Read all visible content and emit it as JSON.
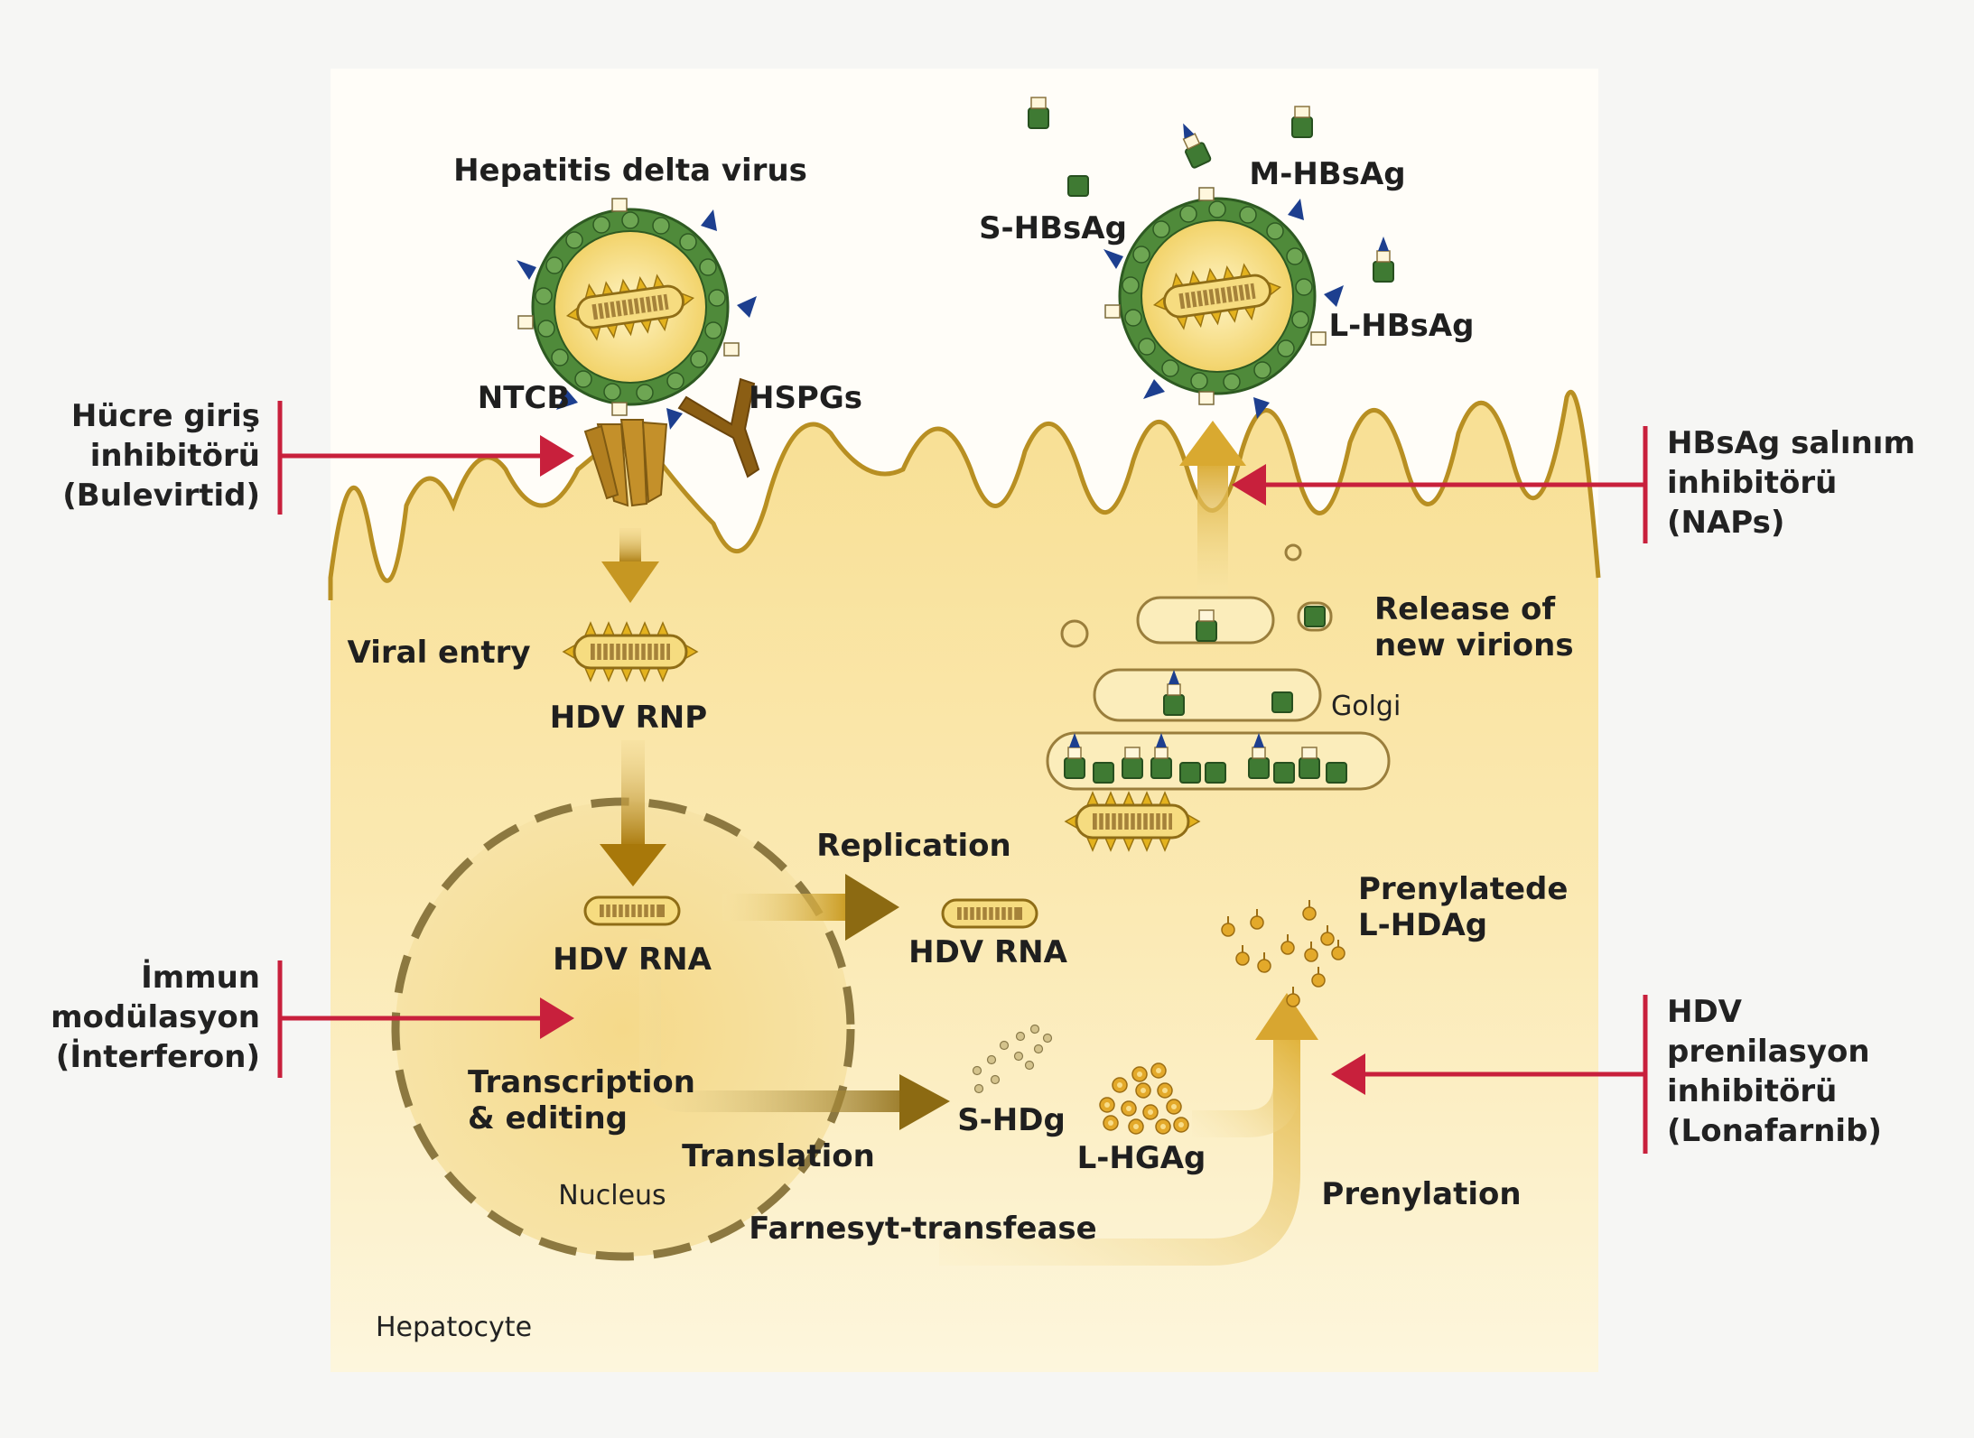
{
  "virus": {
    "title": "Hepatitis delta virus",
    "ntcb": "NTCB",
    "hspgs": "HSPGs"
  },
  "hbsag": {
    "s": "S-HBsAg",
    "m": "M-HBsAg",
    "l": "L-HBsAg"
  },
  "steps": {
    "viral_entry": "Viral entry",
    "hdv_rnp": "HDV RNP",
    "hdv_rna_nucleus": "HDV RNA",
    "replication": "Replication",
    "hdv_rna_replicated": "HDV RNA",
    "transcription_line1": "Transcription",
    "transcription_line2": "& editing",
    "translation": "Translation",
    "s_hdg": "S-HDg",
    "l_hgag": "L-HGAg",
    "farnesyl": "Farnesyt-transfease",
    "prenylation": "Prenylation",
    "prenylated_line1": "Prenylatede",
    "prenylated_line2": "L-HDAg",
    "release_line1": "Release of",
    "release_line2": "new virions",
    "golgi": "Golgi",
    "nucleus": "Nucleus",
    "hepatocyte": "Hepatocyte"
  },
  "inhibitors": {
    "entry": [
      "Hücre giriş",
      "inhibitörü",
      "(Bulevirtid)"
    ],
    "immune": [
      "İmmun",
      "modülasyon",
      "(İnterferon)"
    ],
    "release": [
      "HBsAg salınım",
      "inhibitörü",
      "(NAPs)"
    ],
    "prenylation": [
      "HDV",
      "prenilasyon",
      "inhibitörü",
      "(Lonafarnib)"
    ]
  },
  "colors": {
    "inhibitor_red": "#c8203c",
    "membrane": "#b88f22",
    "arrow_gold": "#b8860b",
    "envelope_green": "#3f7a33",
    "cell_fill": "#f9e7a4"
  }
}
